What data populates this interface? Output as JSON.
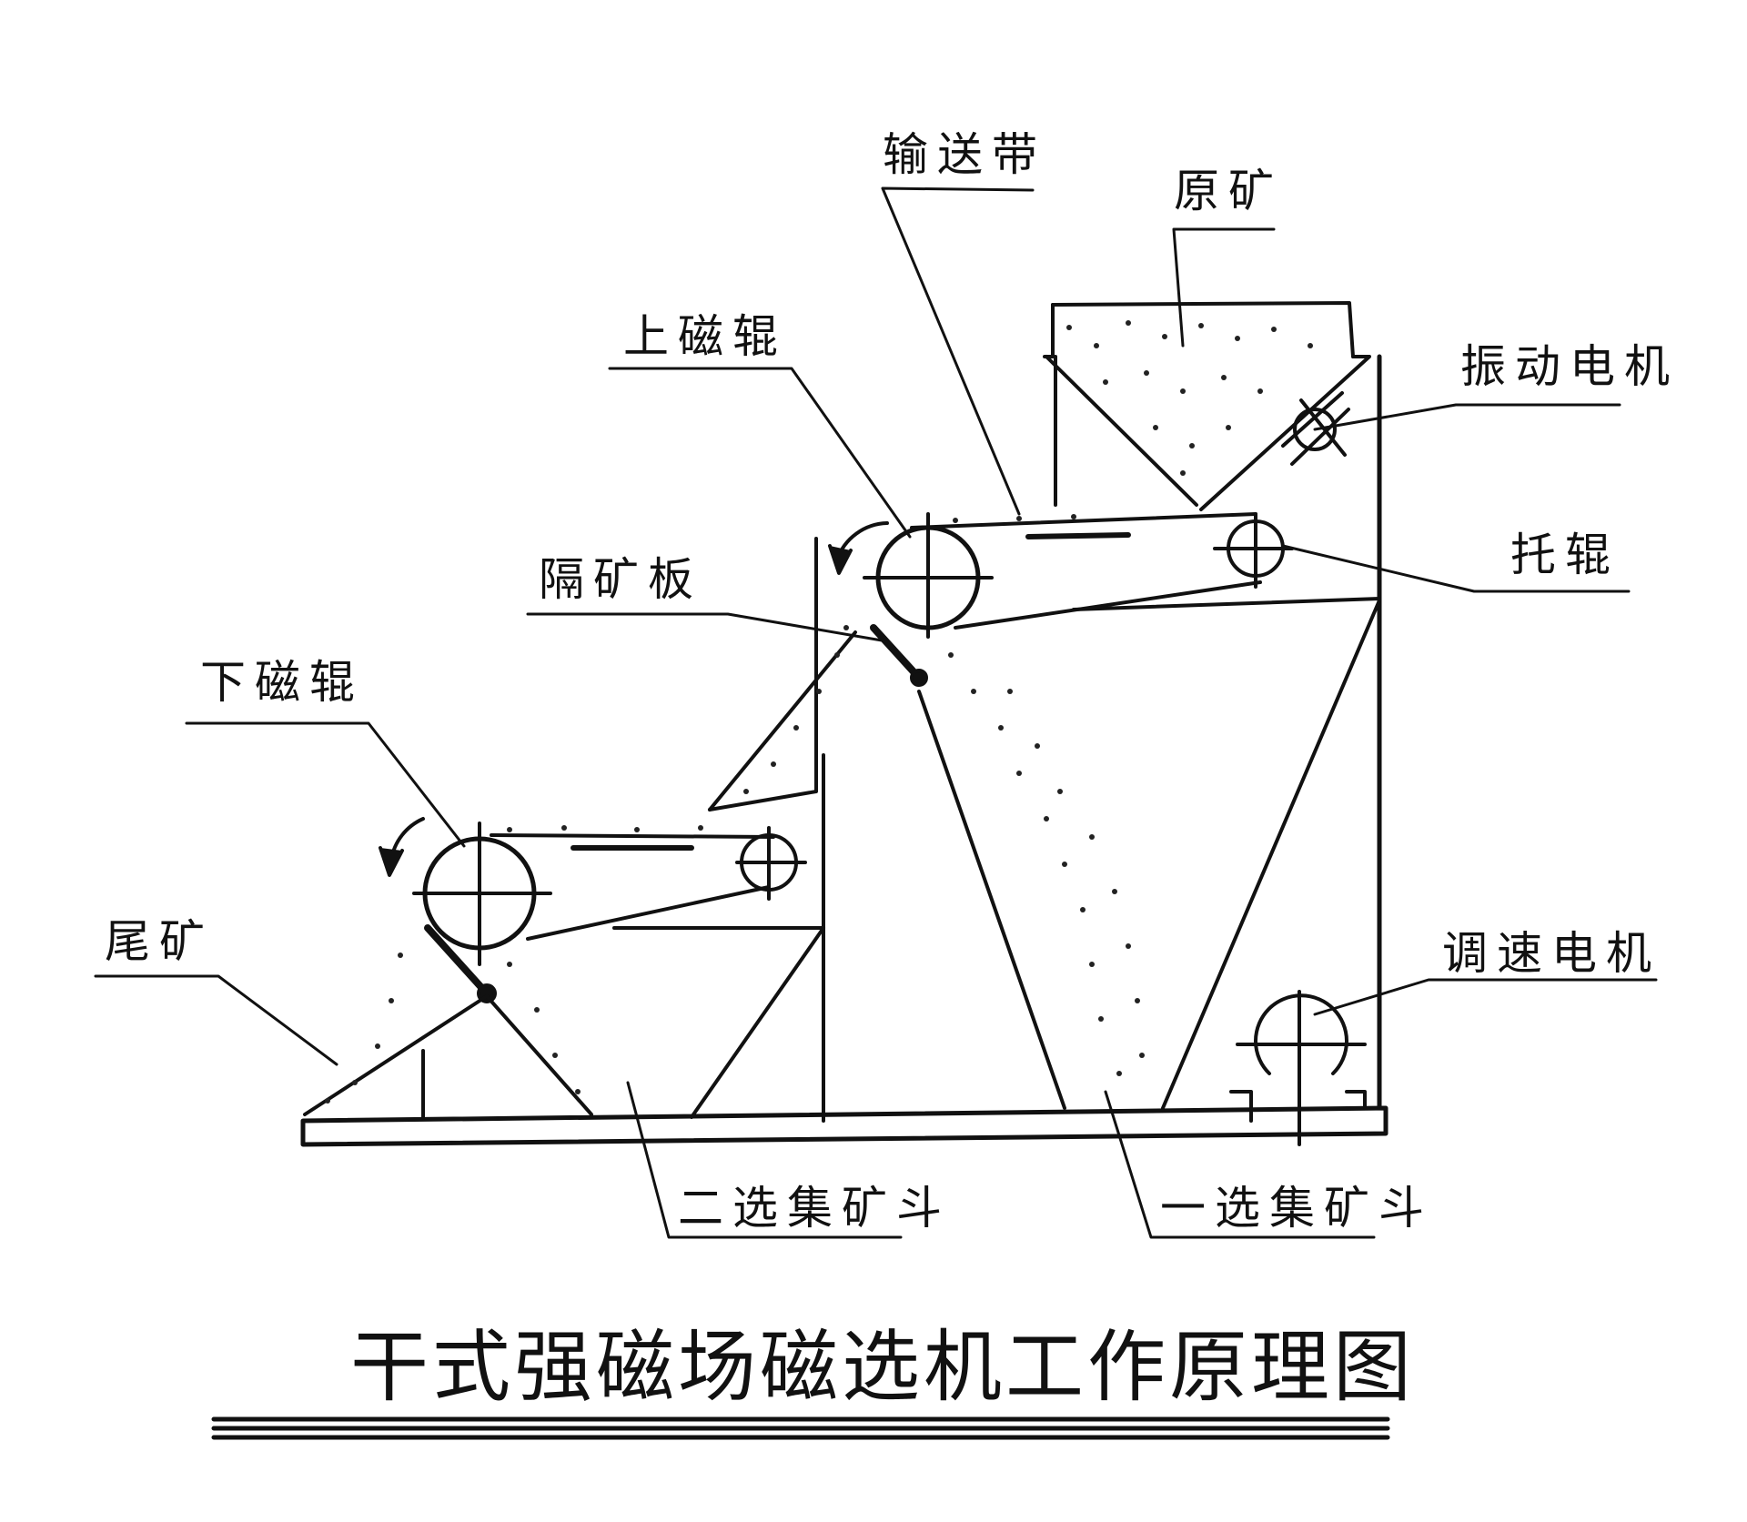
{
  "title": "干式强磁场磁选机工作原理图",
  "labels": {
    "conveyor_belt": "输送带",
    "raw_ore": "原矿",
    "upper_roller": "上磁辊",
    "vibration_motor": "振动电机",
    "ore_separator_plate": "隔矿板",
    "idler_roller": "托辊",
    "lower_roller": "下磁辊",
    "tailings": "尾矿",
    "speed_motor": "调速电机",
    "second_hopper": "二选集矿斗",
    "first_hopper": "一选集矿斗"
  },
  "colors": {
    "ink": "#111111",
    "background": "#ffffff"
  }
}
